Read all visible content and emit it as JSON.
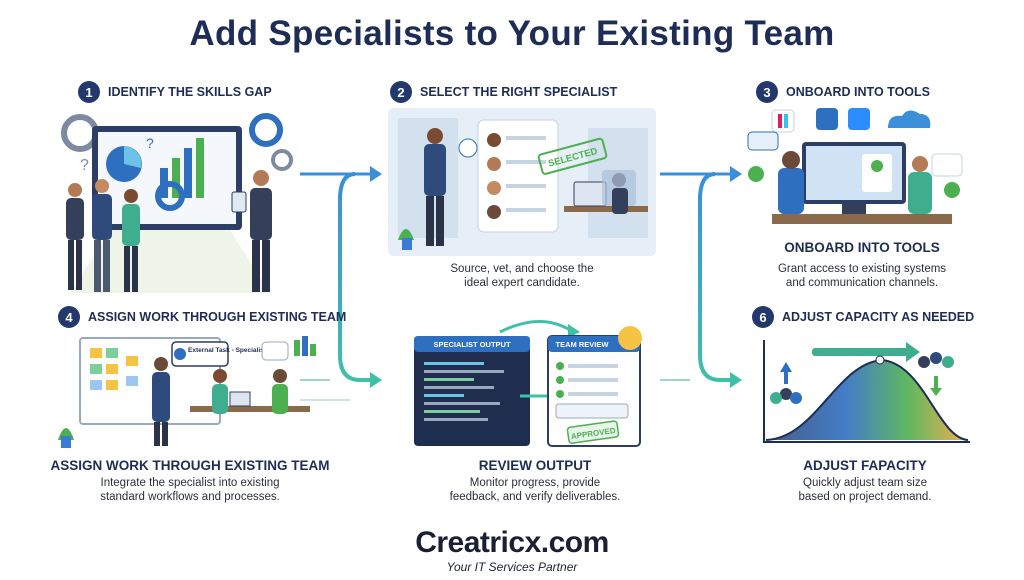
{
  "title": "Add Specialists to Your Existing Team",
  "steps": {
    "s1": {
      "num": "1",
      "heading": "IDENTIFY THE SKILLS GAP"
    },
    "s2": {
      "num": "2",
      "heading": "SELECT THE RIGHT SPECIALIST",
      "desc_line1": "Source, vet, and choose the",
      "desc_line2": "ideal expert candidate."
    },
    "s3": {
      "num": "3",
      "heading": "ONBOARD INTO TOOLS",
      "sub": "ONBOARD INTO TOOLS",
      "desc_line1": "Grant access to existing systems",
      "desc_line2": "and communication channels."
    },
    "s4": {
      "num": "4",
      "heading": "ASSIGN WORK THROUGH EXISTING TEAM",
      "sub": "ASSIGN WORK THROUGH EXISTING TEAM",
      "desc_line1": "Integrate the specialist into existing",
      "desc_line2": "standard workflows and processes.",
      "card": "External Task - Specialist"
    },
    "s5": {
      "sub": "REVIEW OUTPUT",
      "desc_line1": "Monitor progress, provide",
      "desc_line2": "feedback, and verify deliverables.",
      "panel_left": "SPECIALIST OUTPUT",
      "panel_right": "TEAM REVIEW",
      "stamp": "APPROVED"
    },
    "s6": {
      "num": "6",
      "heading": "ADJUST CAPACITY AS NEEDED",
      "sub": "ADJUST FAPACITY",
      "desc_line1": "Quickly adjust team size",
      "desc_line2": "based on project demand."
    }
  },
  "selected_stamp": "SELECTED",
  "logo": {
    "main": "Creatricx.com"
  },
  "tagline": "Your IT Services Partner",
  "colors": {
    "navy": "#1e2d55",
    "teal": "#2fb3a0",
    "blue": "#3a7bd5",
    "green": "#4caf50"
  }
}
